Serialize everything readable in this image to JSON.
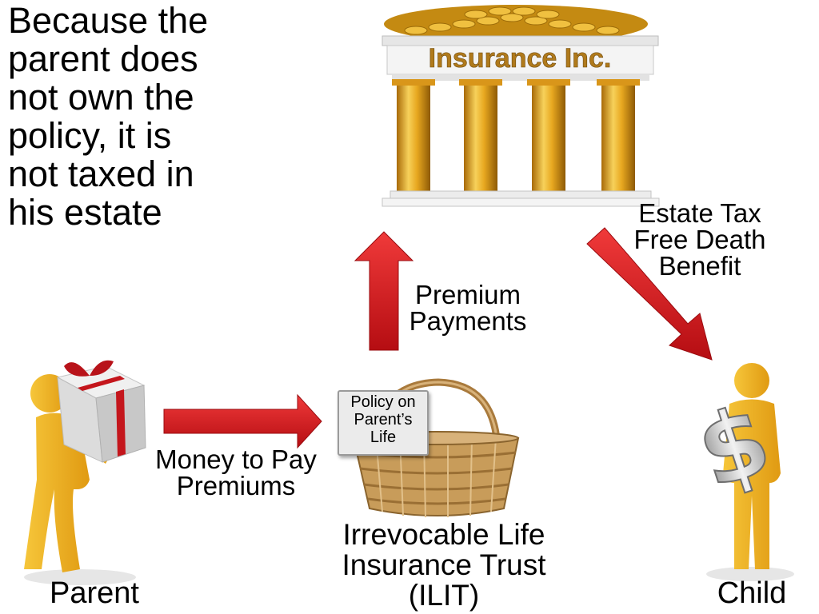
{
  "headline": [
    "Because the",
    "parent does",
    "not own the",
    "policy, it is",
    "not taxed in",
    "his estate"
  ],
  "building": {
    "sign": "Insurance Inc."
  },
  "policy_card": [
    "Policy on",
    "Parent’s",
    "Life"
  ],
  "labels": {
    "premium": [
      "Premium",
      "Payments"
    ],
    "money": [
      "Money to Pay",
      "Premiums"
    ],
    "benefit": [
      "Estate Tax",
      "Free Death",
      "Benefit"
    ],
    "ilit": [
      "Irrevocable Life",
      "Insurance Trust",
      "(ILIT)"
    ],
    "parent": "Parent",
    "child": "Child"
  },
  "colors": {
    "arrow": "#d8141a",
    "figure": "#f2b81e",
    "gold": "#e8a820",
    "basket": "#c89c5a"
  }
}
